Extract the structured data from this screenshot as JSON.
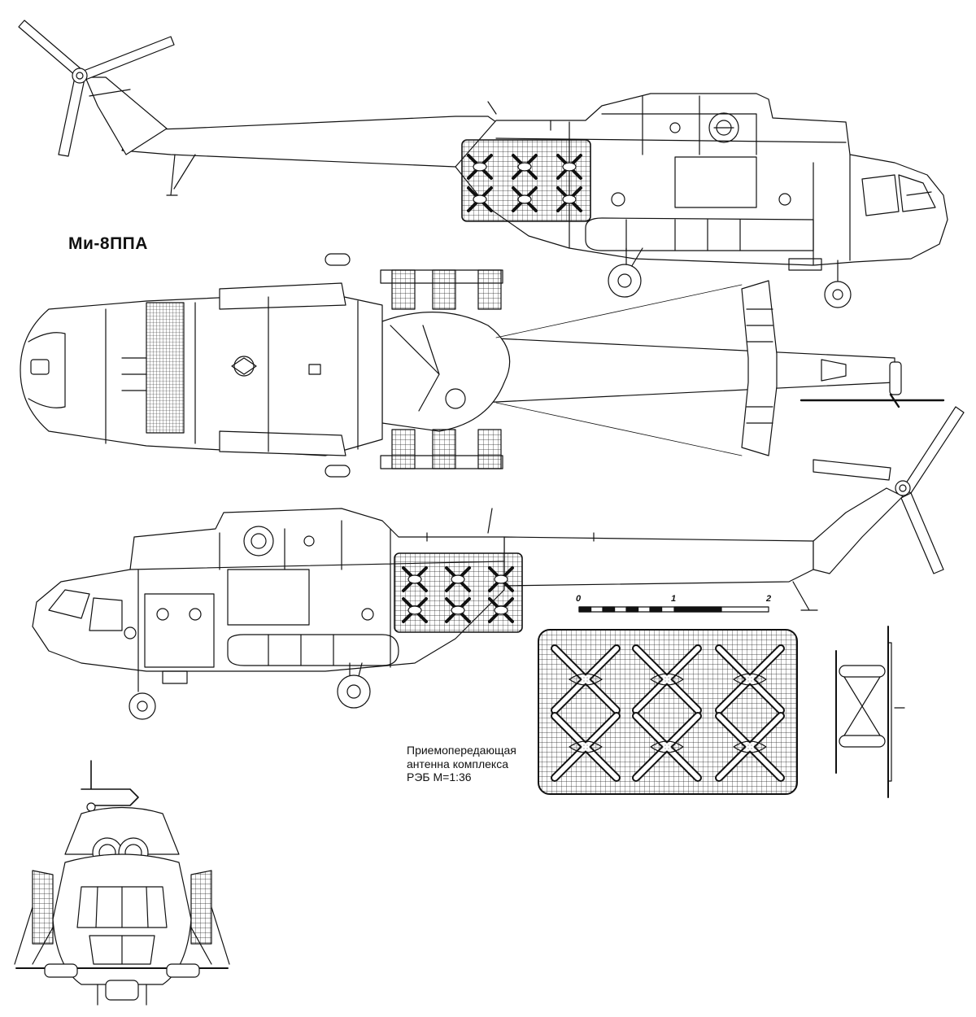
{
  "title": "Ми-8ППА",
  "caption": {
    "line1": "Приемопередающая",
    "line2": "антенна комплекса",
    "line3": "РЭБ   М=1:36"
  },
  "scale_bar": {
    "ticks": [
      "0",
      "1",
      "2"
    ]
  },
  "views": [
    "side-view-right",
    "top-view",
    "side-view-left",
    "front-view",
    "antenna-detail-front",
    "antenna-detail-side"
  ]
}
